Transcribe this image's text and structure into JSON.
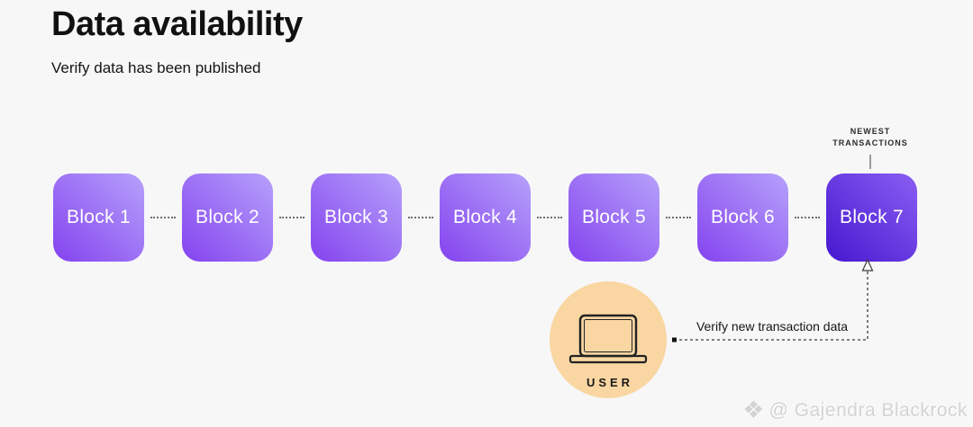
{
  "header": {
    "title": "Data availability",
    "subtitle": "Verify data has been published"
  },
  "blocks": [
    {
      "label": "Block 1",
      "highlight": false
    },
    {
      "label": "Block 2",
      "highlight": false
    },
    {
      "label": "Block 3",
      "highlight": false
    },
    {
      "label": "Block 4",
      "highlight": false
    },
    {
      "label": "Block 5",
      "highlight": false
    },
    {
      "label": "Block 6",
      "highlight": false
    },
    {
      "label": "Block 7",
      "highlight": true
    }
  ],
  "annotations": {
    "newest_transactions": "NEWEST\nTRANSACTIONS",
    "verify_label": "Verify new transaction data"
  },
  "user": {
    "label": "USER",
    "icon": "laptop-icon"
  },
  "watermark": {
    "icon": "binance-logo-icon",
    "icon_glyph": "❖",
    "text": "@ Gajendra Blackrock"
  },
  "colors": {
    "background": "#f7f7f8",
    "block_light": "#b6a1fb",
    "block_dark": "#8443ef",
    "block7_light": "#8a5ef3",
    "block7_dark": "#4517cf",
    "user_circle": "#f9d6a2",
    "connector": "#6f6f6f",
    "arrow": "#3c3c3c",
    "watermark": "#d3d3d3",
    "text_dark": "#111111",
    "block_text": "#ffffff"
  }
}
